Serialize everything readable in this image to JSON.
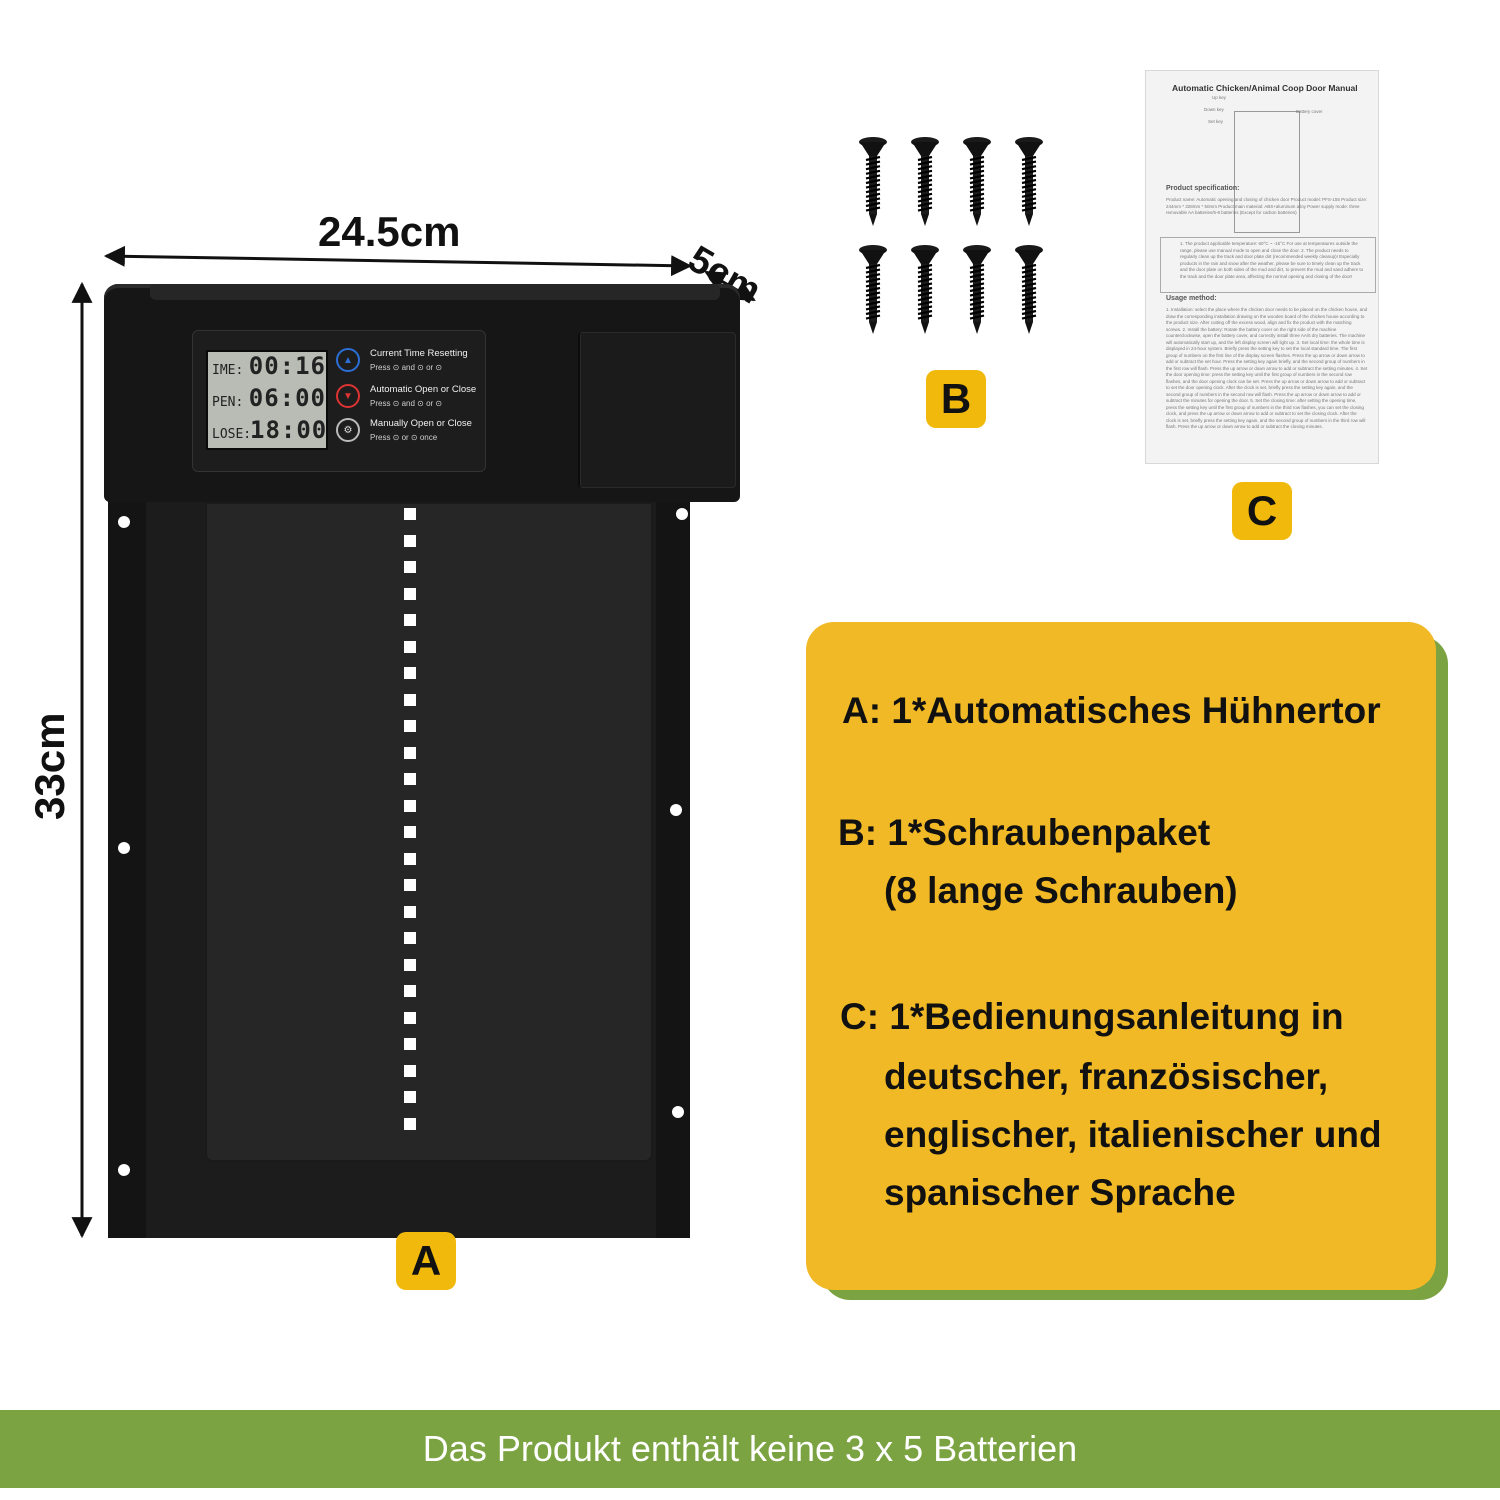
{
  "dimensions": {
    "width_label": "24.5cm",
    "depth_label": "5cm",
    "height_label": "33cm"
  },
  "badges": {
    "a": "A",
    "b": "B",
    "c": "C"
  },
  "door_panel": {
    "lcd": [
      {
        "label": "IME:",
        "value": "00:16"
      },
      {
        "label": "PEN:",
        "value": "06:00"
      },
      {
        "label": "LOSE:",
        "value": "18:00"
      }
    ],
    "rows": [
      {
        "title": "Current Time Resetting",
        "sub": "Press ⊙ and ⊙ or ⊙"
      },
      {
        "title": "Automatic Open or Close",
        "sub": "Press ⊙ and ⊙ or ⊙"
      },
      {
        "title": "Manually Open or Close",
        "sub": "Press ⊙ or ⊙ once"
      }
    ]
  },
  "manual": {
    "title": "Automatic Chicken/Animal Coop Door Manual",
    "labels": {
      "up_key": "Up key",
      "down_key": "Down key",
      "set_key": "Set key",
      "battery_cover": "Battery cover"
    },
    "spec_heading": "Product specification:",
    "spec_text": "Product name: Automatic opening and closing of chicken door  Product model: PFS-155  Product size: 244mm * 328mm * 50mm  Product main material: ABS+aluminum alloy  Power supply mode: three removable AA batteries/5-8 batteries (Except for carbon batteries)",
    "warning_text": "1. The product applicable temperature: 60°C ~ -15°C  For use at temperatures outside the range, please use manual mode to open and close the door.  2. The product needs to regularly clean up the track and door plate dirt (recommended weekly cleanup)! Especially products in the rain and snow after the weather, please be sure to timely clean up the track and the door plate on both sides of the mud and dirt, to prevent the mud and sand adhere to the track and the door plate area, affecting the normal opening and closing of the door!",
    "usage_heading": "Usage method:",
    "usage_text": "1. Installation: select the place where the chicken door needs to be placed on the chicken house, and draw the corresponding installation drawing on the wooden board of the chicken house according to the product size. After cutting off the excess wood, align and fix the product with the matching screws.  2. Install the battery: Rotate the battery cover on the right side of the machine counterclockwise, open the battery cover, and correctly install three AA/5 dry batteries. The machine will automatically start up, and the left display screen will light up.  3. Set local time: the whole time is displayed in 24-hour system. Briefly press the setting key to set the local standard time. The first group of numbers on the first line of the display screen flashes. Press the up arrow or down arrow to add or subtract the set hour. Press the setting key again briefly, and the second group of numbers in the first row will flash. Press the up arrow or down arrow to add or subtract the setting minutes.  4. Set the door opening time: press the setting key until the first group of numbers in the second row flashes, and the door opening clock can be set. Press the up arrow or down arrow to add or subtract to set the door opening clock. After the clock is set, briefly press the setting key again, and the second group of numbers in the second row will flash. Press the up arrow or down arrow to add or subtract the minutes for opening the door.  5. Set the closing time: after setting the opening time, press the setting key until the first group of numbers in the third row flashes, you can set the closing clock, and press the up arrow or down arrow to add or subtract to set the closing clock. After the clock is set, briefly press the setting key again, and the second group of numbers in the third row will flash. Press the up arrow or down arrow to add or subtract the closing minutes."
  },
  "contents_box": {
    "line_a": "A: 1*Automatisches Hühnertor",
    "line_b1": "B: 1*Schraubenpaket",
    "line_b2": "(8 lange Schrauben)",
    "line_c1": "C: 1*Bedienungsanleitung in",
    "line_c2": "deutscher, französischer,",
    "line_c3": "englischer, italienischer und",
    "line_c4": "spanischer Sprache"
  },
  "footer": {
    "text": "Das Produkt enthält keine 3 x 5 Batterien"
  },
  "colors": {
    "badge": "#f0b90b",
    "box": "#f0b925",
    "green": "#7ba342",
    "door": "#161616"
  }
}
